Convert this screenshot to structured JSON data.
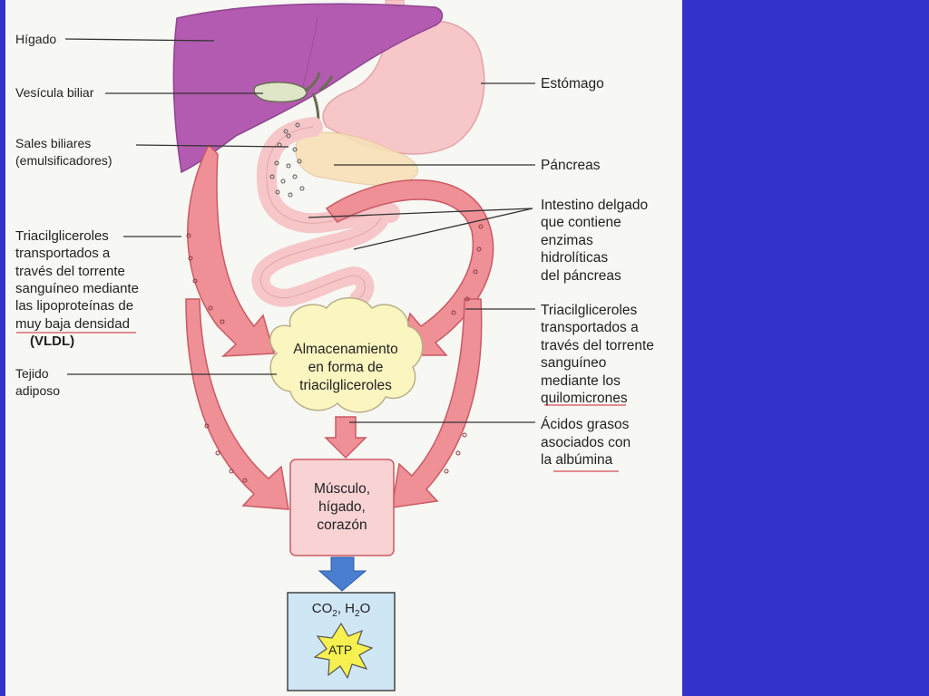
{
  "labels": {
    "higado": "Hígado",
    "vesicula": "Vesícula biliar",
    "sales_1": "Sales biliares",
    "sales_2": "(emulsificadores)",
    "estomago": "Estómago",
    "pancreas": "Páncreas",
    "intestino_1": "Intestino delgado",
    "intestino_2": "que contiene",
    "intestino_3": "enzimas",
    "intestino_4": "hidrolíticas",
    "intestino_5": "del páncreas",
    "tria_left_1": "Triacilgliceroles",
    "tria_left_2": "transportados a",
    "tria_left_3": "través del torrente",
    "tria_left_4": "sanguíneo mediante",
    "tria_left_5": "las lipoproteínas de",
    "tria_left_6": "muy baja densidad",
    "vldl": "(VLDL)",
    "tejido_1": "Tejido",
    "tejido_2": "adiposo",
    "tria_right_1": "Triacilgliceroles",
    "tria_right_2": "transportados a",
    "tria_right_3": "través del torrente",
    "tria_right_4": "sanguíneo",
    "tria_right_5": "mediante los",
    "tria_right_6": "quilomicrones",
    "acidos_1": "Ácidos grasos",
    "acidos_2": "asociados con",
    "acidos_3": "la albúmina"
  },
  "storage": {
    "line1": "Almacenamiento",
    "line2": "en forma de",
    "line3": "triacilgliceroles"
  },
  "target": {
    "line1": "Músculo,",
    "line2": "hígado,",
    "line3": "corazón"
  },
  "products": {
    "co2": "CO",
    "co2_sub": "2",
    "sep": ", H",
    "h2o_sub": "2",
    "o": "O",
    "atp": "ATP"
  },
  "colors": {
    "background": "#3333cc",
    "page": "#f7f7f3",
    "liver": "#b35bb0",
    "stomach": "#f6c6c8",
    "arrow": "#ef8f96",
    "gallbladder": "#dfe6c8",
    "cloud": "#fbf5c0",
    "box": "#f9d2d4",
    "downarrow": "#4a7fd0",
    "atp_star": "#f6f050",
    "result_box": "#cfe6f5",
    "underline": "#cc2233"
  }
}
